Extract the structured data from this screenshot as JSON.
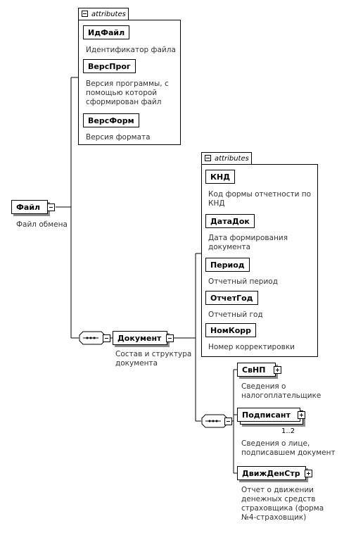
{
  "root": {
    "name": "Файл",
    "desc": "Файл обмена"
  },
  "root_attributes": {
    "tab_label": "attributes",
    "items": [
      {
        "name": "ИдФайл",
        "desc": "Идентификатор файла"
      },
      {
        "name": "ВерсПрог",
        "desc": "Версия программы, с помощью которой сформирован файл"
      },
      {
        "name": "ВерсФорм",
        "desc": "Версия формата"
      }
    ]
  },
  "document": {
    "name": "Документ",
    "desc": "Состав и структура документа"
  },
  "document_attributes": {
    "tab_label": "attributes",
    "items": [
      {
        "name": "КНД",
        "desc": "Код формы отчетности по КНД"
      },
      {
        "name": "ДатаДок",
        "desc": "Дата формирования документа"
      },
      {
        "name": "Период",
        "desc": "Отчетный период"
      },
      {
        "name": "ОтчетГод",
        "desc": "Отчетный год"
      },
      {
        "name": "НомКорр",
        "desc": "Номер корректировки"
      }
    ]
  },
  "children": [
    {
      "name": "СвНП",
      "desc": "Сведения о налогоплательщике"
    },
    {
      "name": "Подписант",
      "desc": "Сведения о лице, подписавшем документ",
      "multiplicity": "1..2"
    },
    {
      "name": "ДвижДенСтр",
      "desc": "Отчет о движении денежных средств страховщика (форма №4-страховщик)"
    }
  ]
}
